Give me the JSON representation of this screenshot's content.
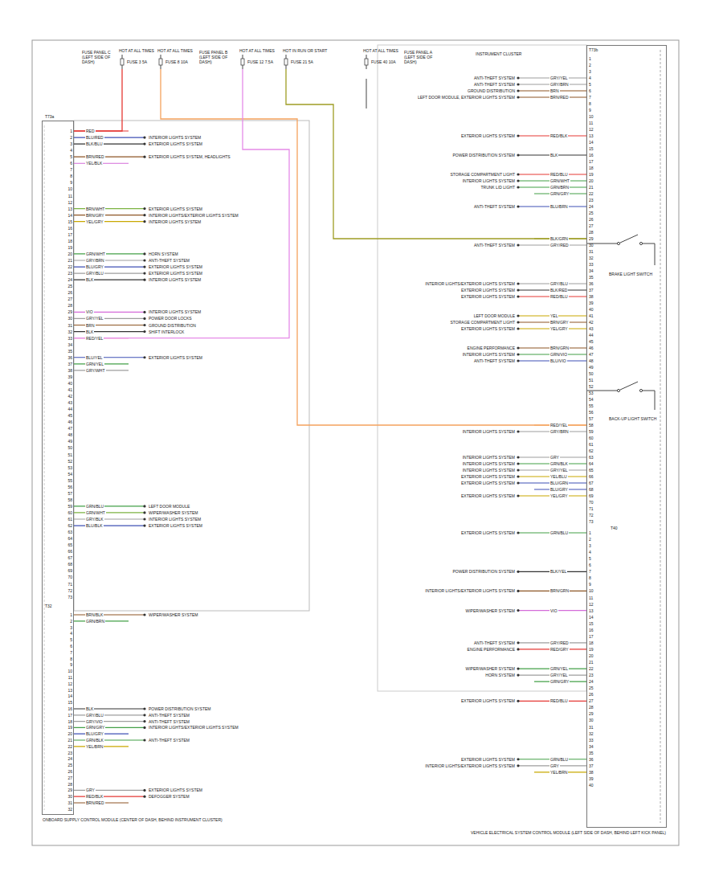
{
  "diagram": {
    "nodes": [
      {
        "text": [
          "ONBOARD SUPPLY CONTROL MODULE (CENTER OF DASH, BEHIND INSTRUMENT CLUSTER)"
        ]
      },
      {
        "text": [
          "VEHICLE ELECTRICAL SYSTEM CONTROL MODULE (LEFT SIDE OF DASH, BEHIND LEFT KICK PANEL)"
        ]
      },
      {
        "text": [
          "HOT AT ALL TIMES",
          "FUSE 3 5A"
        ]
      },
      {
        "text": [
          "HOT AT ALL TIMES",
          "FUSE 8 10A"
        ]
      },
      {
        "text": [
          "HOT AT ALL TIMES",
          "FUSE 12 7.5A"
        ]
      },
      {
        "text": [
          "HOT IN RUN OR START",
          "FUSE 21 5A"
        ]
      },
      {
        "text": [
          "HOT AT ALL TIMES",
          "FUSE 40 10A"
        ]
      }
    ],
    "edges": [
      {
        "from": 2,
        "to": 0,
        "arrow": "none"
      },
      {
        "from": 3,
        "to": 1,
        "arrow": "none"
      },
      {
        "from": 4,
        "to": 0,
        "arrow": "none"
      },
      {
        "from": 5,
        "to": 1,
        "arrow": "none"
      }
    ],
    "labels": [
      "1",
      "2",
      "3",
      "4",
      "5",
      "6",
      "7",
      "8",
      "9",
      "10",
      "11",
      "12",
      "13",
      "14",
      "15",
      "16",
      "17",
      "18",
      "19",
      "20",
      "21",
      "22",
      "23",
      "24",
      "25",
      "26",
      "27",
      "28",
      "29",
      "30",
      "31",
      "32",
      "33",
      "34",
      "35",
      "36",
      "37",
      "38",
      "39",
      "40",
      "41",
      "42",
      "43",
      "44",
      "45",
      "46",
      "47",
      "48",
      "49",
      "50",
      "51",
      "52",
      "53",
      "54",
      "55",
      "56",
      "57",
      "58",
      "59",
      "60",
      "61",
      "62",
      "63",
      "64",
      "65",
      "66",
      "67",
      "68",
      "69",
      "70",
      "71",
      "72",
      "73",
      "1",
      "2",
      "3",
      "4",
      "5",
      "6",
      "7",
      "8",
      "9",
      "10",
      "11",
      "12",
      "13",
      "14",
      "15",
      "16",
      "17",
      "18",
      "19",
      "20",
      "21",
      "22",
      "23",
      "24",
      "25",
      "26",
      "27",
      "28",
      "29",
      "30",
      "31",
      "32",
      "1",
      "2",
      "3",
      "4",
      "5",
      "6",
      "7",
      "8",
      "9",
      "10",
      "11",
      "12",
      "13",
      "14",
      "15",
      "16",
      "17",
      "18",
      "19",
      "20",
      "21",
      "22",
      "23",
      "24",
      "25",
      "26",
      "27",
      "28",
      "29",
      "30",
      "31",
      "32",
      "33",
      "34",
      "35",
      "36",
      "37",
      "38",
      "39",
      "40",
      "41",
      "42",
      "43",
      "44",
      "45",
      "46",
      "47",
      "48",
      "49",
      "50",
      "51",
      "52",
      "53",
      "54",
      "55",
      "56",
      "57",
      "58",
      "59",
      "60",
      "61",
      "62",
      "63",
      "64",
      "65",
      "66",
      "67",
      "68",
      "69",
      "70",
      "71",
      "72",
      "73",
      "1",
      "2",
      "3",
      "4",
      "5",
      "6",
      "7",
      "8",
      "9",
      "10",
      "11",
      "12",
      "13",
      "14",
      "15",
      "16",
      "17",
      "18",
      "19",
      "20",
      "21",
      "22",
      "23",
      "24",
      "25",
      "26",
      "27",
      "28",
      "29",
      "30",
      "31",
      "32",
      "33",
      "34",
      "35",
      "36",
      "37",
      "38",
      "39",
      "40",
      "RED",
      "BLU/RED",
      "INTERIOR LIGHTS SYSTEM",
      "BLK/BLU",
      "EXTERIOR LIGHTS SYSTEM",
      "BRN/RED",
      "EXTERIOR LIGHTS SYSTEM, HEADLIGHTS",
      "YEL/BLK",
      "BRN/WHT",
      "EXTERIOR LIGHTS SYSTEM",
      "BRN/GRY",
      "INTERIOR LIGHTS/EXTERIOR LIGHTS SYSTEM",
      "YEL/GRY",
      "INTERIOR LIGHTS SYSTEM",
      "GRN/WHT",
      "HORN SYSTEM",
      "GRY/BRN",
      "ANTI-THEFT SYSTEM",
      "BLU/GRY",
      "EXTERIOR LIGHTS SYSTEM",
      "GRY/BLU",
      "EXTERIOR LIGHTS SYSTEM",
      "BLK",
      "INTERIOR LIGHTS SYSTEM",
      "VIO",
      "INTERIOR LIGHTS SYSTEM",
      "GRY/YEL",
      "POWER DOOR LOCKS",
      "BRN",
      "GROUND DISTRIBUTION",
      "BLK",
      "SHIFT INTERLOCK",
      "RED/YEL",
      "BLU/YEL",
      "EXTERIOR LIGHTS SYSTEM",
      "GRN/YEL",
      "GRY/WHT",
      "GRN/BLU",
      "LEFT DOOR MODULE",
      "GRN/WHT",
      "WIPER/WASHER SYSTEM",
      "GRY/BLK",
      "INTERIOR LIGHTS SYSTEM",
      "BLU/BLK",
      "EXTERIOR LIGHTS SYSTEM",
      "BRN/BLK",
      "WIPER/WASHER SYSTEM",
      "GRN/BRN",
      "BLK",
      "POWER DISTRIBUTION SYSTEM",
      "GRY/BLU",
      "ANTI-THEFT SYSTEM",
      "GRY/VIO",
      "ANTI-THEFT SYSTEM",
      "GRN/GRY",
      "INTERIOR LIGHTS/EXTERIOR LIGHTS SYSTEM",
      "BLU/GRY",
      "GRN/BLK",
      "ANTI-THEFT SYSTEM",
      "YEL/BRN",
      "GRY",
      "EXTERIOR LIGHTS SYSTEM",
      "RED/BLK",
      "DEFOGGER SYSTEM",
      "BRN/RED",
      "ANTI-THEFT SYSTEM",
      "GRY/YEL",
      "ANTI-THEFT SYSTEM",
      "GRY/BRN",
      "GROUND DISTRIBUTION",
      "BRN",
      "LEFT DOOR MODULE, EXTERIOR LIGHTS SYSTEM",
      "BRN/RED",
      "EXTERIOR LIGHTS SYSTEM",
      "RED/BLK",
      "POWER DISTRIBUTION SYSTEM",
      "BLK",
      "STORAGE COMPARTMENT LIGHT",
      "RED/BLU",
      "INTERIOR LIGHTS SYSTEM",
      "GRN/WHT",
      "TRUNK LID LIGHT",
      "GRN/BRN",
      "GRN/GRY",
      "ANTI-THEFT SYSTEM",
      "BLU/BRN",
      "BLK/GRN",
      "ANTI-THEFT SYSTEM",
      "GRY/RED",
      "INTERIOR LIGHTS/EXTERIOR LIGHTS SYSTEM",
      "GRY/BLU",
      "EXTERIOR LIGHTS SYSTEM",
      "BLK/RED",
      "EXTERIOR LIGHTS SYSTEM",
      "RED/BLU",
      "LEFT DOOR MODULE",
      "YEL",
      "STORAGE COMPARTMENT LIGHT",
      "BRN/GRY",
      "EXTERIOR LIGHTS SYSTEM",
      "YEL/GRY",
      "ENGINE PERFORMANCE",
      "BRN/GRN",
      "INTERIOR LIGHTS SYSTEM",
      "GRN/VIO",
      "ANTI-THEFT SYSTEM",
      "BLU/VIO",
      "RED/YEL",
      "INTERIOR LIGHTS SYSTEM",
      "GRY/BRN",
      "INTERIOR LIGHTS SYSTEM",
      "GRY",
      "INTERIOR LIGHTS SYSTEM",
      "GRN/BLK",
      "INTERIOR LIGHTS SYSTEM",
      "GRY/YEL",
      "EXTERIOR LIGHTS SYSTEM",
      "YEL/BLU",
      "EXTERIOR LIGHTS SYSTEM",
      "BLU/GRN",
      "BLU/GRY",
      "EXTERIOR LIGHTS SYSTEM",
      "YEL/GRY",
      "EXTERIOR LIGHTS SYSTEM",
      "GRN/BLU",
      "POWER DISTRIBUTION SYSTEM",
      "BLK/YEL",
      "INTERIOR LIGHTS/EXTERIOR LIGHTS SYSTEM",
      "BRN/GRN",
      "WIPER/WASHER SYSTEM",
      "VIO",
      "ANTI-THEFT SYSTEM",
      "GRY/RED",
      "ENGINE PERFORMANCE",
      "RED/GRY",
      "WIPER/WASHER SYSTEM",
      "GRN/YEL",
      "HORN SYSTEM",
      "GRY/YEL",
      "GRN/GRY",
      "EXTERIOR LIGHTS SYSTEM",
      "RED/BLU",
      "EXTERIOR LIGHTS SYSTEM",
      "GRN/BLU",
      "INTERIOR LIGHTS/EXTERIOR LIGHTS SYSTEM",
      "GRY",
      "YEL/BRN",
      "T73a",
      "T32",
      "T73b",
      "T40",
      "BRAKE LIGHT SWITCH",
      "BACK-UP LIGHT SWITCH",
      "INSTRUMENT CLUSTER",
      "FUSE PANEL C (LEFT SIDE OF DASH)",
      "FUSE PANEL B (LEFT SIDE OF DASH)",
      "FUSE PANEL A (LEFT SIDE OF DASH)"
    ]
  }
}
